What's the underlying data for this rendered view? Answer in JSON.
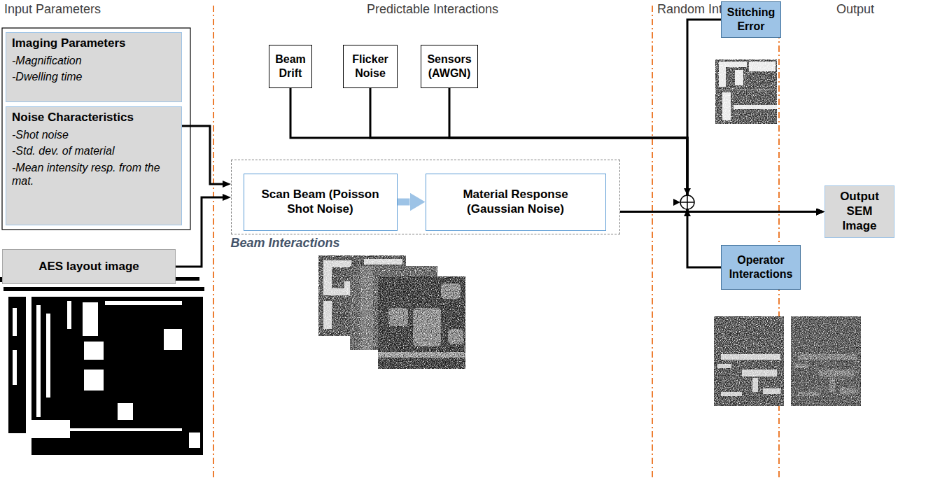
{
  "diagram": {
    "nodes": [
      {
        "text": [
          "Imaging Parameters",
          "-Magnification",
          "-Dwelling time"
        ]
      },
      {
        "text": [
          "Noise Characteristics",
          "-Shot noise",
          "-Std. dev. of material",
          "-Mean intensity resp. from the mat."
        ]
      },
      {
        "text": [
          "AES layout image"
        ]
      },
      {
        "text": [
          "Beam Drift"
        ]
      },
      {
        "text": [
          "Flicker Noise"
        ]
      },
      {
        "text": [
          "Sensors (AWGN)"
        ]
      },
      {
        "text": [
          "Beam Interactions"
        ]
      },
      {
        "text": [
          "Scan Beam (Poisson Shot Noise)"
        ],
        "in": 6
      },
      {
        "text": [
          "Material Response (Gaussian Noise)"
        ],
        "in": 6
      },
      {
        "text": [
          "Stitching Error"
        ]
      },
      {
        "text": [
          "Operator Interactions"
        ]
      },
      {
        "text": [
          "Output SEM Image"
        ]
      }
    ],
    "edges": [
      {
        "from": 1,
        "to": 6,
        "arrow": "to"
      },
      {
        "from": 2,
        "to": 6,
        "arrow": "to"
      },
      {
        "from": 7,
        "to": 8,
        "arrow": "to"
      },
      {
        "from": 6,
        "to": 11,
        "arrow": "to"
      },
      {
        "from": 3,
        "to": 11,
        "arrow": "to"
      },
      {
        "from": 4,
        "to": 11,
        "arrow": "to"
      },
      {
        "from": 5,
        "to": 11,
        "arrow": "to"
      },
      {
        "from": 9,
        "to": 11,
        "arrow": "to"
      },
      {
        "from": 10,
        "to": 11,
        "arrow": "to"
      }
    ],
    "labels": [
      "Input Parameters",
      "Predictable Interactions",
      "Random Interactions",
      "Output"
    ]
  }
}
